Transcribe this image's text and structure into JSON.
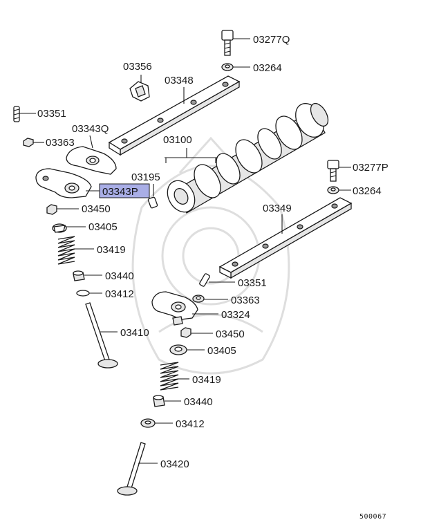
{
  "diagram": {
    "highlight_color": "#a9aee6",
    "labels": {
      "p03277Q": "03277Q",
      "p03264a": "03264",
      "p03356": "03356",
      "p03348": "03348",
      "p03351a": "03351",
      "p03343Q": "03343Q",
      "p03363a": "03363",
      "p03100": "03100",
      "p03195": "03195",
      "p03343P": "03343P",
      "p03450a": "03450",
      "p03277P": "03277P",
      "p03264b": "03264",
      "p03349": "03349",
      "p03405a": "03405",
      "p03419a": "03419",
      "p03440a": "03440",
      "p03412a": "03412",
      "p03351b": "03351",
      "p03363b": "03363",
      "p03324": "03324",
      "p03410": "03410",
      "p03450b": "03450",
      "p03405b": "03405",
      "p03419b": "03419",
      "p03440b": "03440",
      "p03412b": "03412",
      "p03420": "03420"
    },
    "diagram_code": "500067"
  }
}
